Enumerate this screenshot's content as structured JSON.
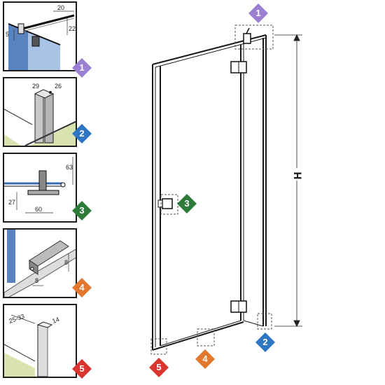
{
  "badges": [
    {
      "label": "1",
      "color": "#9b7fd0"
    },
    {
      "label": "2",
      "color": "#2f76c2"
    },
    {
      "label": "3",
      "color": "#2d7a3a"
    },
    {
      "label": "4",
      "color": "#e2772f"
    },
    {
      "label": "5",
      "color": "#d8352e"
    }
  ],
  "detail1": {
    "dim_top": "20",
    "dim_left": "5",
    "dim_right": "22"
  },
  "detail2": {
    "dim_a": "29",
    "dim_b": "26"
  },
  "detail3": {
    "dim_vertical": "63",
    "dim_left": "27",
    "dim_bottom": "60"
  },
  "detail4": {
    "dim_right": "8",
    "dim_bottom": "8"
  },
  "detail5": {
    "dim_left": "25-33",
    "dim_right": "14"
  },
  "main": {
    "height_label": "H"
  }
}
